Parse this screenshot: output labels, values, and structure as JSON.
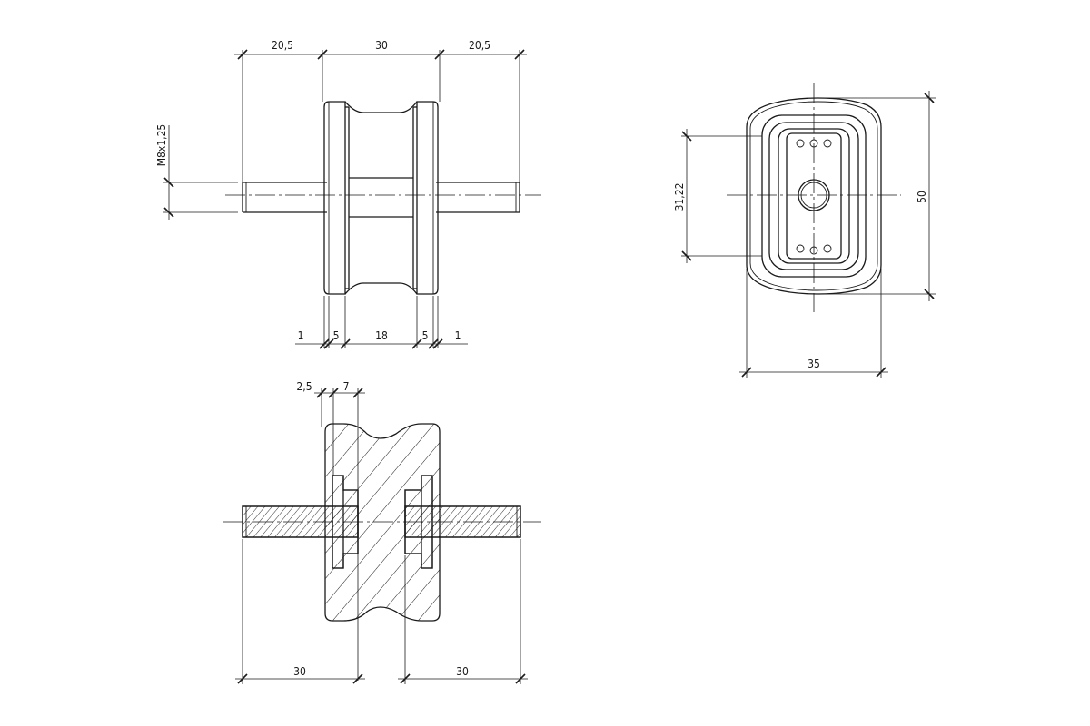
{
  "front_view": {
    "dim_top_left": "20,5",
    "dim_top_mid": "30",
    "dim_top_right": "20,5",
    "thread_label": "M8x1,25",
    "dim_bot_1a": "1",
    "dim_bot_5a": "5",
    "dim_bot_18": "18",
    "dim_bot_5b": "5",
    "dim_bot_1b": "1"
  },
  "side_view": {
    "dim_height_inner": "31,22",
    "dim_height": "50",
    "dim_width": "35"
  },
  "section_view": {
    "dim_2_5": "2,5",
    "dim_7": "7",
    "dim_left_30": "30",
    "dim_right_30": "30"
  }
}
